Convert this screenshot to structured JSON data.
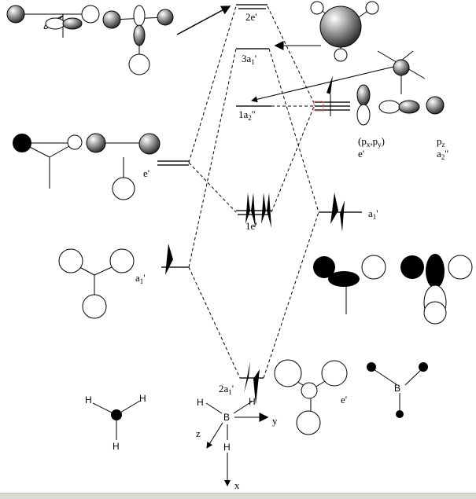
{
  "levels": {
    "e2": {
      "label": "2e'"
    },
    "a1_3": {
      "label": "3a",
      "sub": "1",
      "sup": "'"
    },
    "a2_1": {
      "label": "1a",
      "sub": "2",
      "sup": "''"
    },
    "e1": {
      "label": "1e'"
    },
    "a1_2": {
      "label": "2a",
      "sub": "1",
      "sup": "'"
    }
  },
  "left": {
    "e_label": "e'",
    "a1_label": "a",
    "a1_sub": "1",
    "a1_sup": "'"
  },
  "right": {
    "a1_label": "a",
    "a1_sub": "1",
    "a1_sup": "'",
    "pxpy_label": "(p",
    "px_sub": "x",
    "comma": ",p",
    "py_sub": "y",
    "close": ")",
    "pxpy_sym": "e'",
    "pz_label": "p",
    "pz_sub": "z",
    "pz_sym": "a",
    "pz_sym_sub": "2",
    "pz_sym_sup": "''"
  },
  "bottom": {
    "e_label": "e'"
  },
  "molecule": {
    "H": "H",
    "B": "B"
  },
  "axes": {
    "x": "x",
    "y": "y",
    "z": "z"
  },
  "colors": {
    "level": "#555555",
    "highlight": "#e06060"
  }
}
